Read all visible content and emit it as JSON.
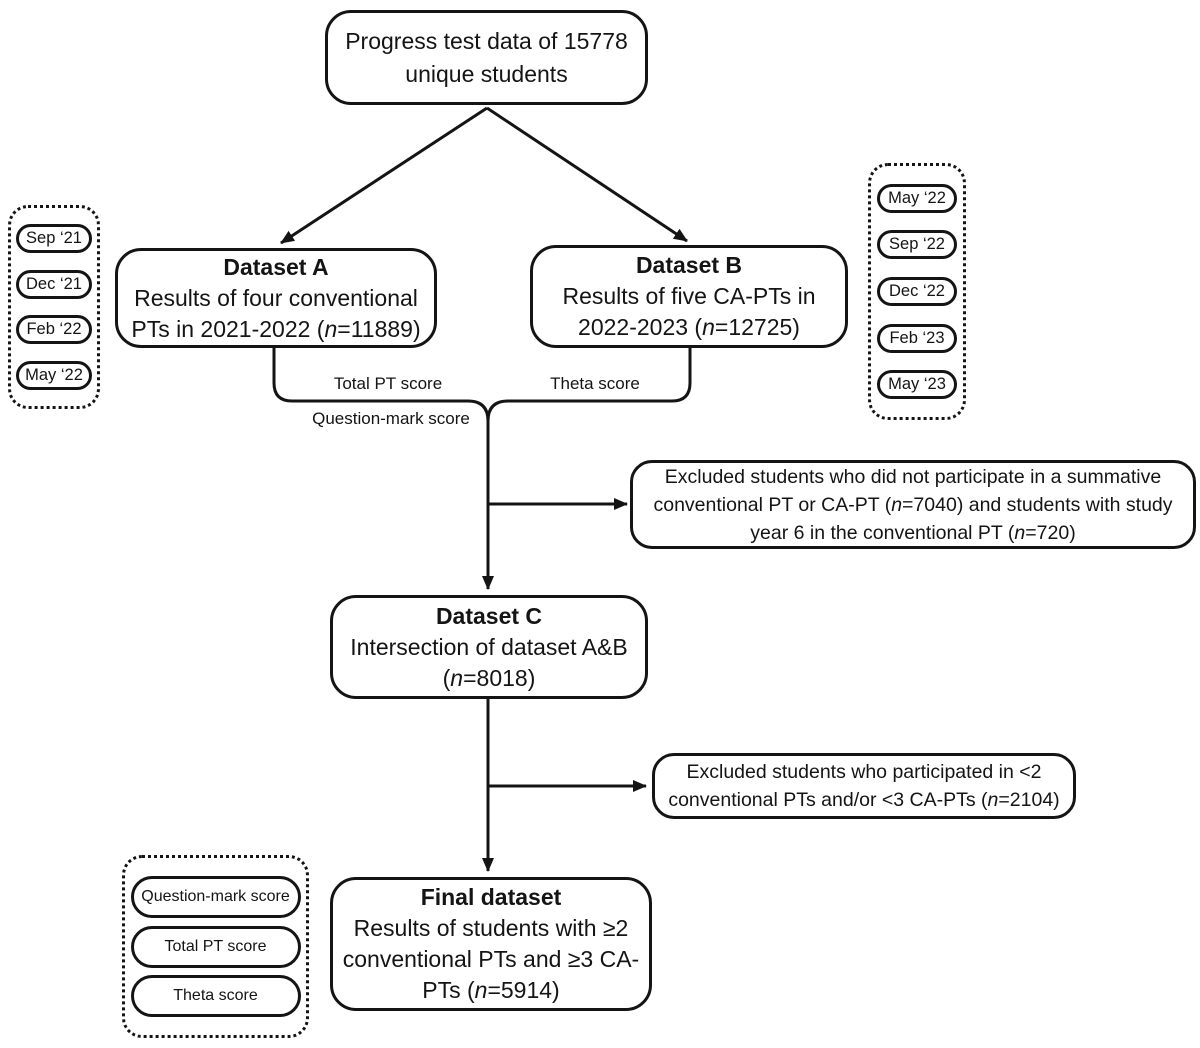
{
  "diagram": {
    "top_box": {
      "text": "Progress test data of 15778 unique students"
    },
    "dataset_a": {
      "title": "Dataset A",
      "body_pre": "Results of four conventional PTs in 2021-2022 (",
      "n": "n",
      "body_post": "=11889)"
    },
    "dataset_b": {
      "title": "Dataset B",
      "body_pre": "Results of five CA-PTs in 2022-2023 (",
      "n": "n",
      "body_post": "=12725)"
    },
    "dataset_c": {
      "title": "Dataset C",
      "body_pre": "Intersection of dataset A&B (",
      "n": "n",
      "body_post": "=8018)"
    },
    "final_box": {
      "title": "Final dataset",
      "body_pre": "Results of students with ≥2 conventional PTs and ≥3 CA-PTs (",
      "n": "n",
      "body_post": "=5914)"
    },
    "exclusion_1": {
      "seg1": "Excluded students who did not participate in a summative conventional PT or CA-PT (",
      "n1": "n",
      "seg2": "=7040) and students with study year 6 in the conventional PT (",
      "n2": "n",
      "seg3": "=720)"
    },
    "exclusion_2": {
      "seg1": "Excluded students who participated in <2 conventional PTs and/or <3 CA-PTs (",
      "n1": "n",
      "seg2": "=2104)"
    },
    "edge_labels": {
      "total_pt": "Total PT score",
      "theta": "Theta score",
      "question_mark": "Question-mark score"
    },
    "left_dates": [
      "Sep ‘21",
      "Dec ‘21",
      "Feb ‘22",
      "May ‘22"
    ],
    "right_dates": [
      "May ‘22",
      "Sep ‘22",
      "Dec ‘22",
      "Feb ‘23",
      "May ‘23"
    ],
    "bottom_scores": [
      "Question-mark score",
      "Total PT score",
      "Theta score"
    ],
    "colors": {
      "stroke": "#141414",
      "background": "#ffffff"
    }
  }
}
